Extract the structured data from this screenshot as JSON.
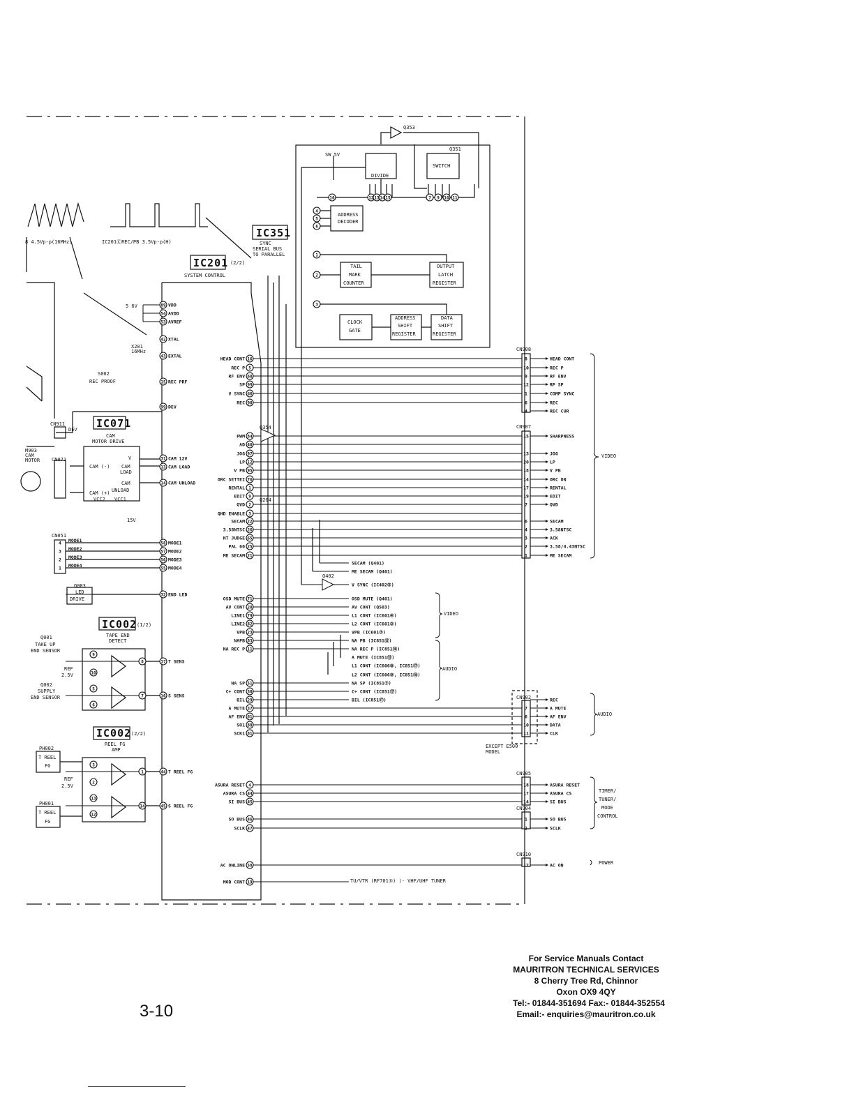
{
  "page_number": "3-10",
  "contact": {
    "line1": "For Service Manuals Contact",
    "line2": "MAURITRON TECHNICAL SERVICES",
    "line3": "8 Cherry Tree Rd, Chinnor",
    "line4": "Oxon OX9 4QY",
    "line5": "Tel:- 01844-351694 Fax:- 01844-352554",
    "line6": "Email:- enquiries@mauritron.co.uk"
  },
  "waveforms": {
    "left_label": "8  4.5Vp-p(16MHz)",
    "right_label": "IC201ⒸREC/PB  3.5Vp-p(H)"
  },
  "ic351": {
    "name": "IC351",
    "desc1": "SYNC",
    "desc2": "SERIAL BUS",
    "desc3": "TO PARALLEL",
    "divide": "DIVIDE",
    "switch": "SWITCH",
    "sw5v": "SW 5V",
    "q351": "Q351",
    "q353": "Q353",
    "addr_dec1": "ADDRESS",
    "addr_dec2": "DECODER",
    "tail1": "TAIL",
    "tail2": "MARK",
    "tail3": "COUNTER",
    "out1": "OUTPUT",
    "out2": "LATCH",
    "out3": "REGISTER",
    "clk1": "CLOCK",
    "clk2": "GATE",
    "ash1": "ADDRESS",
    "ash2": "SHIFT",
    "ash3": "REGISTER",
    "dsh1": "DATA",
    "dsh2": "SHIFT",
    "dsh3": "REGISTER",
    "pins_top": [
      "12",
      "13",
      "14",
      "15"
    ],
    "pins_top_right": [
      "7",
      "9",
      "10",
      "11"
    ],
    "pin16": "16",
    "pin4": "4",
    "pin5": "5",
    "pin6": "6",
    "pin1": "1",
    "pin2": "2",
    "pin3": "3"
  },
  "ic201": {
    "name": "IC201",
    "part": "(2/2)",
    "desc": "SYSTEM CONTROL",
    "supply_label": "5 6V",
    "xtal_label": "X201",
    "xtal_freq": "16MHz",
    "s002": "S002",
    "s002_desc": "REC PROOF",
    "left_pins": [
      {
        "num": "89",
        "label": "VDD"
      },
      {
        "num": "54",
        "label": "AVDD"
      },
      {
        "num": "53",
        "label": "AVREF"
      },
      {
        "num": "42",
        "label": "XTAL"
      },
      {
        "num": "43",
        "label": "EXTAL"
      },
      {
        "num": "15",
        "label": "REC PRF"
      },
      {
        "num": "99",
        "label": "DEV"
      },
      {
        "num": "31",
        "label": "CAM 12V"
      },
      {
        "num": "13",
        "label": "CAM LOAD"
      },
      {
        "num": "14",
        "label": "CAM UNLOAD"
      },
      {
        "num": "58",
        "label": "MODE1"
      },
      {
        "num": "57",
        "label": "MODE2"
      },
      {
        "num": "56",
        "label": "MODE3"
      },
      {
        "num": "55",
        "label": "MODE4"
      },
      {
        "num": "32",
        "label": "END LED"
      },
      {
        "num": "17",
        "label": "T SENS"
      },
      {
        "num": "16",
        "label": "S SENS"
      },
      {
        "num": "44",
        "label": "T REEL FG"
      },
      {
        "num": "45",
        "label": "S REEL FG"
      }
    ],
    "right_pins_a": [
      {
        "num": "16",
        "label": "HEAD CONT"
      },
      {
        "num": "5",
        "label": "REC P"
      },
      {
        "num": "60",
        "label": "RF ENV"
      },
      {
        "num": "99",
        "label": "SP"
      },
      {
        "num": "66",
        "label": "V SYNC"
      },
      {
        "num": "98",
        "label": "REC"
      }
    ],
    "right_pins_b": [
      {
        "num": "84",
        "label": "PWM"
      },
      {
        "num": "40",
        "label": "AD"
      },
      {
        "num": "97",
        "label": "JOG"
      },
      {
        "num": "12",
        "label": "LP"
      },
      {
        "num": "95",
        "label": "V PB"
      },
      {
        "num": "76",
        "label": "ORC SETTEI"
      },
      {
        "num": "1",
        "label": "RENTAL"
      },
      {
        "num": "9",
        "label": "EDIT"
      },
      {
        "num": "2",
        "label": "QVD"
      },
      {
        "num": "3",
        "label": "QHD ENABLE"
      },
      {
        "num": "22",
        "label": "SECAM"
      },
      {
        "num": "26",
        "label": "3.58NTSC"
      },
      {
        "num": "65",
        "label": "NT JUDGE"
      },
      {
        "num": "25",
        "label": "PAL 60"
      },
      {
        "num": "21",
        "label": "ME SECAM"
      }
    ],
    "right_pins_c": [
      {
        "num": "71",
        "label": "OSD MUTE"
      },
      {
        "num": "20",
        "label": "AV CONT"
      },
      {
        "num": "79",
        "label": "LINE1"
      },
      {
        "num": "82",
        "label": "LINE2"
      },
      {
        "num": "23",
        "label": "VPB"
      },
      {
        "num": "83",
        "label": "NAPB"
      },
      {
        "num": "11",
        "label": "NA REC P"
      },
      {
        "num": "51",
        "label": "NA SP"
      },
      {
        "num": "50",
        "label": "C+ CONT"
      },
      {
        "num": "29",
        "label": "BIL"
      },
      {
        "num": "37",
        "label": "A MUTE"
      },
      {
        "num": "61",
        "label": "AF ENV"
      },
      {
        "num": "88",
        "label": "SO1"
      },
      {
        "num": "81",
        "label": "SCK1"
      }
    ],
    "right_pins_d": [
      {
        "num": "4",
        "label": "ASURA RESET"
      },
      {
        "num": "44",
        "label": "ASURA CS"
      },
      {
        "num": "45",
        "label": "SI BUS"
      },
      {
        "num": "46",
        "label": "SO BUS"
      },
      {
        "num": "47",
        "label": "SCLK"
      }
    ],
    "right_pins_e": [
      {
        "num": "58",
        "label": "AC ONLINE"
      },
      {
        "num": "19",
        "label": "MOD CONT"
      }
    ]
  },
  "ic071": {
    "name": "IC071",
    "desc1": "CAM",
    "desc2": "MOTOR DRIVE",
    "cn911": "CN911",
    "cn071": "CN071",
    "m903": "M903",
    "m903b": "CAM",
    "m903c": "MOTOR",
    "dev": "DEV",
    "pin_v": "V",
    "pin_camload": "CAM",
    "pin_camload2": "LOAD",
    "pin_camunload": "CAM",
    "pin_camunload2": "UNLOAD",
    "vcc2": "VCC2",
    "vcc1": "VCC1",
    "v15": "15V",
    "cam_minus": "CAM (-)",
    "cam_plus": "CAM (+)"
  },
  "cn051": {
    "name": "CN051",
    "modes": [
      "MODE1",
      "MODE2",
      "MODE3",
      "MODE4"
    ],
    "pins": [
      "4",
      "3",
      "2",
      "1"
    ]
  },
  "q003": {
    "name": "Q003",
    "desc1": "LED",
    "desc2": "DRIVE"
  },
  "ic002a": {
    "name": "IC002",
    "part": "(1/2)",
    "desc1": "TAPE END",
    "desc2": "DETECT",
    "q001": "Q001",
    "q001a": "TAKE UP",
    "q001b": "END SENSOR",
    "q002": "Q002",
    "q002a": "SUPPLY",
    "q002b": "END SENSOR",
    "ref": "REF",
    "refv": "2.5V",
    "pins": [
      "9",
      "10",
      "8",
      "5",
      "6",
      "7"
    ]
  },
  "ic002b": {
    "name": "IC002",
    "part": "(2/2)",
    "desc1": "REEL FG",
    "desc2": "AMP",
    "ph002": "PH002",
    "ph002a": "T REEL",
    "ph002b": "FG",
    "ph001": "PH001",
    "ph001a": "T REEL",
    "ph001b": "FG",
    "ref": "REF",
    "refv": "2.5V",
    "pins": [
      "3",
      "2",
      "1",
      "13",
      "12",
      "14"
    ]
  },
  "connectors": {
    "cn908": {
      "name": "CN908",
      "pins": [
        {
          "num": "8",
          "label": "HEAD CONT"
        },
        {
          "num": "10",
          "label": "REC P"
        },
        {
          "num": "9",
          "label": "RF ENV"
        },
        {
          "num": "12",
          "label": "RP SP"
        },
        {
          "num": "1",
          "label": "COMP SYNC"
        },
        {
          "num": "6",
          "label": "REC"
        },
        {
          "num": "4",
          "label": "REC CUR"
        }
      ]
    },
    "cn907": {
      "name": "CN907",
      "pins": [
        {
          "num": "15",
          "label": "SHARPNESS"
        },
        {
          "num": "13",
          "label": "JOG"
        },
        {
          "num": "20",
          "label": "LP"
        },
        {
          "num": "18",
          "label": "V PB"
        },
        {
          "num": "14",
          "label": "ORC ON"
        },
        {
          "num": "17",
          "label": "RENTAL"
        },
        {
          "num": "19",
          "label": "EDIT"
        },
        {
          "num": "7",
          "label": "QVD"
        },
        {
          "num": "6",
          "label": "SECAM"
        },
        {
          "num": "4",
          "label": "3.58NTSC"
        },
        {
          "num": "3",
          "label": "ACK"
        },
        {
          "num": "2",
          "label": "3.58/4.43NTSC"
        },
        {
          "num": "1",
          "label": "ME SECAM"
        }
      ]
    },
    "cn902": {
      "name": "CN902",
      "pins": [
        {
          "num": "",
          "label": "REC"
        },
        {
          "num": "7",
          "label": "A MUTE"
        },
        {
          "num": "6",
          "label": "AF ENV"
        },
        {
          "num": "10",
          "label": "DATA"
        },
        {
          "num": "11",
          "label": "CLK"
        }
      ],
      "note1": "EXCEPT E500",
      "note2": "MODEL"
    },
    "cn905": {
      "name": "CN905",
      "pins": [
        {
          "num": "18",
          "label": "ASURA RESET"
        },
        {
          "num": "17",
          "label": "ASURA CS"
        },
        {
          "num": "14",
          "label": "SI BUS"
        }
      ]
    },
    "cn904": {
      "name": "CN904",
      "pins": [
        {
          "num": "1",
          "label": "SO BUS"
        },
        {
          "num": "2",
          "label": "SCLK"
        }
      ]
    },
    "cn910": {
      "name": "CN910",
      "pins": [
        {
          "num": "17",
          "label": "AC ON"
        }
      ]
    }
  },
  "groups": {
    "video": "VIDEO",
    "audio": "AUDIO",
    "timer1": "TIMER/",
    "timer2": "TUNER/",
    "timer3": "MODE",
    "timer4": "CONTROL",
    "power": "POWER"
  },
  "internal_refs": [
    "SECAM (Q401)",
    "ME SECAM (Q401)",
    "V SYNC (IC402⑤)",
    "OSD MUTE (Q401)",
    "AV CONT (Q503)",
    "L1 CONT (IC601④)",
    "L2 CONT (IC601②)",
    "VPB (IC601⑦)",
    "NA PB (IC851⑮)",
    "NA REC P (IC851⑯)",
    "A MUTE (IC851⑬)",
    "L1 CONT (IC606⑧, IC851⑰)",
    "L2 CONT (IC606⑨, IC851⑲)",
    "NA SP (IC851⑦)",
    "C+ CONT (IC851⑰)",
    "BIL (IC851⑰)"
  ],
  "ref_groups": {
    "video": "VIDEO",
    "audio": "AUDIO"
  },
  "q402": "Q402",
  "q354": "Q354",
  "q204": "Q204",
  "tuner_ref": "TU/VTR (RF701⑤) ⟩- VHF/UHF TUNER"
}
